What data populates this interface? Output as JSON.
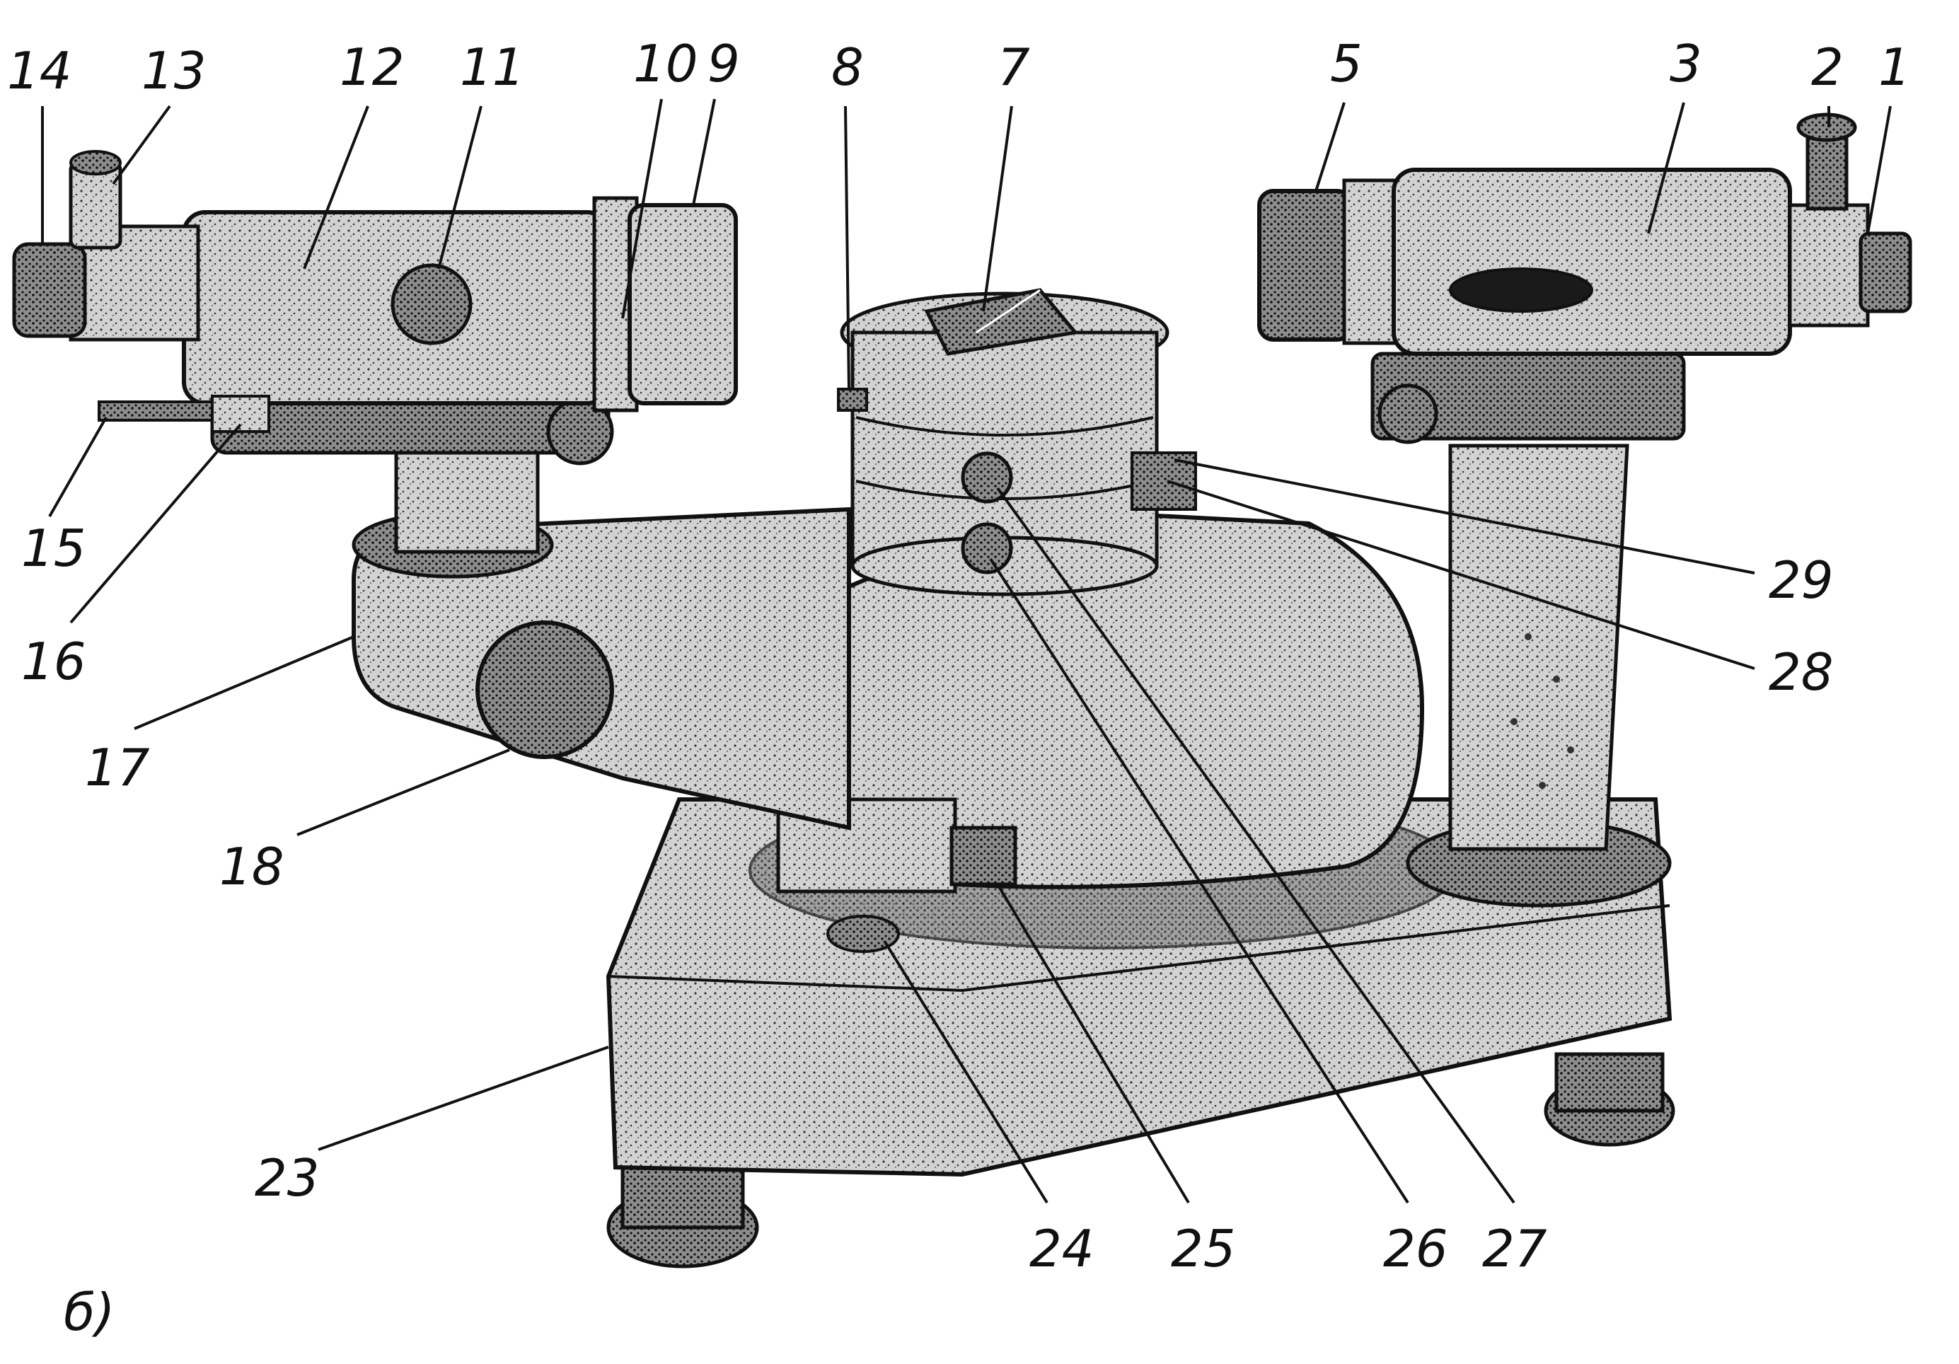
{
  "figure": {
    "panel_label": "б)",
    "colors": {
      "ink": "#111111",
      "body": "#cfcfcf",
      "shade": "#8a8a8a",
      "dark": "#3a3a3a"
    },
    "callouts": [
      "1",
      "2",
      "3",
      "5",
      "7",
      "8",
      "9",
      "10",
      "11",
      "12",
      "13",
      "14",
      "15",
      "16",
      "17",
      "18",
      "23",
      "24",
      "25",
      "26",
      "27",
      "28",
      "29"
    ]
  }
}
